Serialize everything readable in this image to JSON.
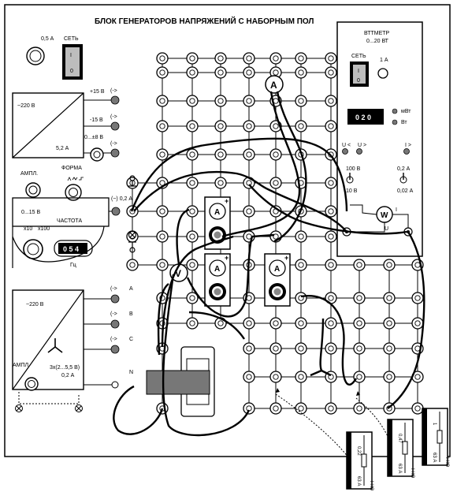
{
  "panel": {
    "title": "БЛОК ГЕНЕРАТОРОВ НАПРЯЖЕНИЙ С НАБОРНЫМ ПОЛ",
    "fuse_rating": "0,5 А",
    "mains_label": "СЕТЬ",
    "switch_on": "I",
    "switch_off": "0"
  },
  "dc_source": {
    "input": "~220 В",
    "current": "5,2 А",
    "outputs": [
      "+15 В",
      "-15 В",
      "0...±8 В"
    ]
  },
  "function_generator": {
    "amplitude": "АМПЛ.",
    "form": "ФОРМА",
    "range": "0...15 В",
    "frequency": "ЧАСТОТА",
    "mult_low": "x10",
    "mult_high": "x100",
    "display": "0 5 4",
    "unit": "Гц",
    "output": "(~) 0,2 А"
  },
  "three_phase_source": {
    "input": "~220 В",
    "output": "3х(2...5,5 В)",
    "current": "0,2 А",
    "amplitude": "АМПЛ.",
    "phases": [
      "A",
      "B",
      "C",
      "N"
    ]
  },
  "wattmeter": {
    "title": "ВТТМЕТР",
    "range": "0...20 ВТ",
    "mains": "СЕТЬ",
    "fuse": "1 А",
    "display": "0 2 0",
    "unit_mw": "мВт",
    "unit_w": "Вт",
    "u_in": "U <",
    "u_out": "U >",
    "i_out": "I >",
    "v_high": "100 В",
    "v_low": "10 В",
    "i_high": "0,2 А",
    "i_low": "0,02 А",
    "symbol": "W",
    "term_i": "I",
    "term_u": "U",
    "switch_on": "I",
    "switch_off": "0"
  },
  "meters": {
    "ammeter_top": "A",
    "voltmeter": "V",
    "ammeter": "A",
    "plus": "+"
  },
  "modules": [
    {
      "value": "0,22",
      "rating": "63 А",
      "kind": "I НО"
    },
    {
      "value": "0,47",
      "rating": "63 А",
      "kind": "I НО"
    },
    {
      "value": "1",
      "rating": "63 А",
      "kind": "I НО"
    }
  ]
}
